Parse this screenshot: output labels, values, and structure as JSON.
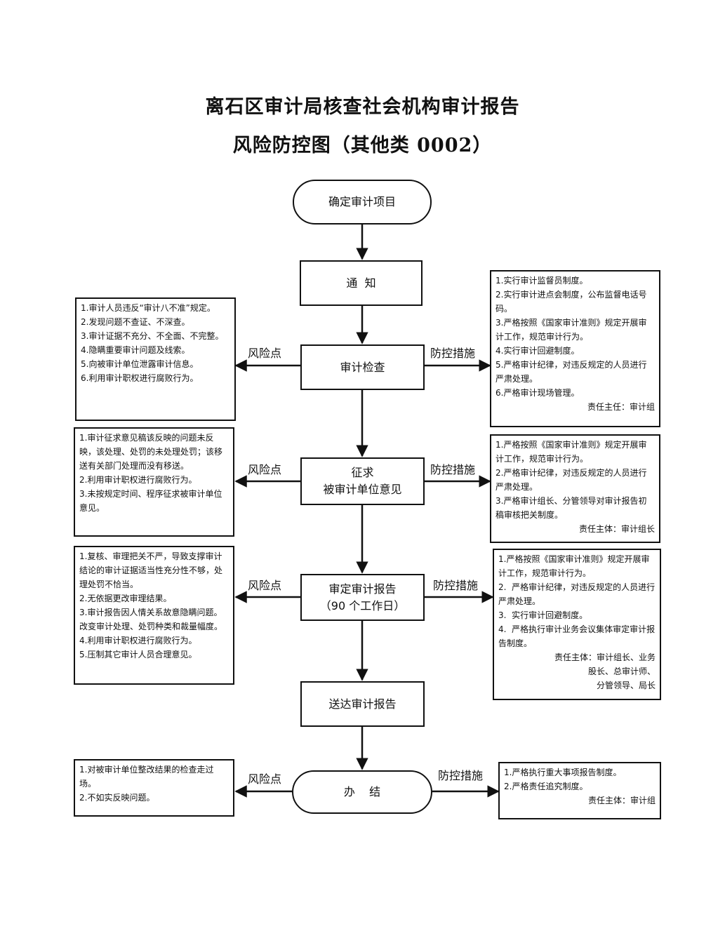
{
  "title": {
    "line1": "离石区审计局核查社会机构审计报告",
    "line2": "风险防控图（其他类 0002）"
  },
  "labels": {
    "risk": "风险点",
    "control": "防控措施"
  },
  "flow": {
    "start": "确定审计项目",
    "notify": "通  知",
    "inspect": "审计检查",
    "opinion_l1": "征求",
    "opinion_l2": "被审计单位意见",
    "review_l1": "审定审计报告",
    "review_l2": "（90 个工作日）",
    "deliver": "送达审计报告",
    "finish": "办    结"
  },
  "risks": {
    "inspect": [
      "1.审计人员违反“审计八不准”规定。",
      "2.发现问题不查证、不深查。",
      "3.审计证据不充分、不全面、不完整。",
      "4.隐瞒重要审计问题及线索。",
      "5.向被审计单位泄露审计信息。",
      "6.利用审计职权进行腐败行为。"
    ],
    "opinion": [
      "1.审计征求意见稿该反映的问题未反映，该处理、处罚的未处理处罚；该移送有关部门处理而没有移送。",
      "2.利用审计职权进行腐败行为。",
      "3.未按规定时间、程序征求被审计单位意见。"
    ],
    "review": [
      "1.复核、审理把关不严，导致支撑审计结论的审计证据适当性充分性不够，处理处罚不恰当。",
      "2.无依据更改审理结果。",
      "3.审计报告因人情关系故意隐瞒问题。改变审计处理、处罚种类和裁量幅度。",
      "4.利用审计职权进行腐败行为。",
      "5.压制其它审计人员合理意见。"
    ],
    "finish": [
      "1.对被审计单位整改结果的检查走过场。",
      "2.不如实反映问题。"
    ]
  },
  "controls": {
    "inspect": {
      "items": [
        "1.实行审计监督员制度。",
        "2.实行审计进点会制度，公布监督电话号码。",
        "3.严格按照《国家审计准则》规定开展审计工作，规范审计行为。",
        "4.实行审计回避制度。",
        "5.严格审计纪律，对违反规定的人员进行严肃处理。",
        "6.严格审计现场管理。"
      ],
      "responsible": "责任主任：审计组"
    },
    "opinion": {
      "items": [
        "1.严格按照《国家审计准则》规定开展审计工作，规范审计行为。",
        "2.严格审计纪律，对违反规定的人员进行严肃处理。",
        "3.严格审计组长、分管领导对审计报告初稿审核把关制度。"
      ],
      "responsible": "责任主体：审计组长"
    },
    "review": {
      "items": [
        "1.严格按照《国家审计准则》规定开展审计工作，规范审计行为。",
        "2.  严格审计纪律，对违反规定的人员进行严肃处理。",
        "3.  实行审计回避制度。",
        "4.  严格执行审计业务会议集体审定审计报告制度。"
      ],
      "responsible": "责任主体：审计组长、业务\n股长、总审计师、\n分管领导、局长"
    },
    "finish": {
      "items": [
        "1.严格执行重大事项报告制度。",
        "2.严格责任追究制度。"
      ],
      "responsible": "责任主体：审计组"
    }
  }
}
